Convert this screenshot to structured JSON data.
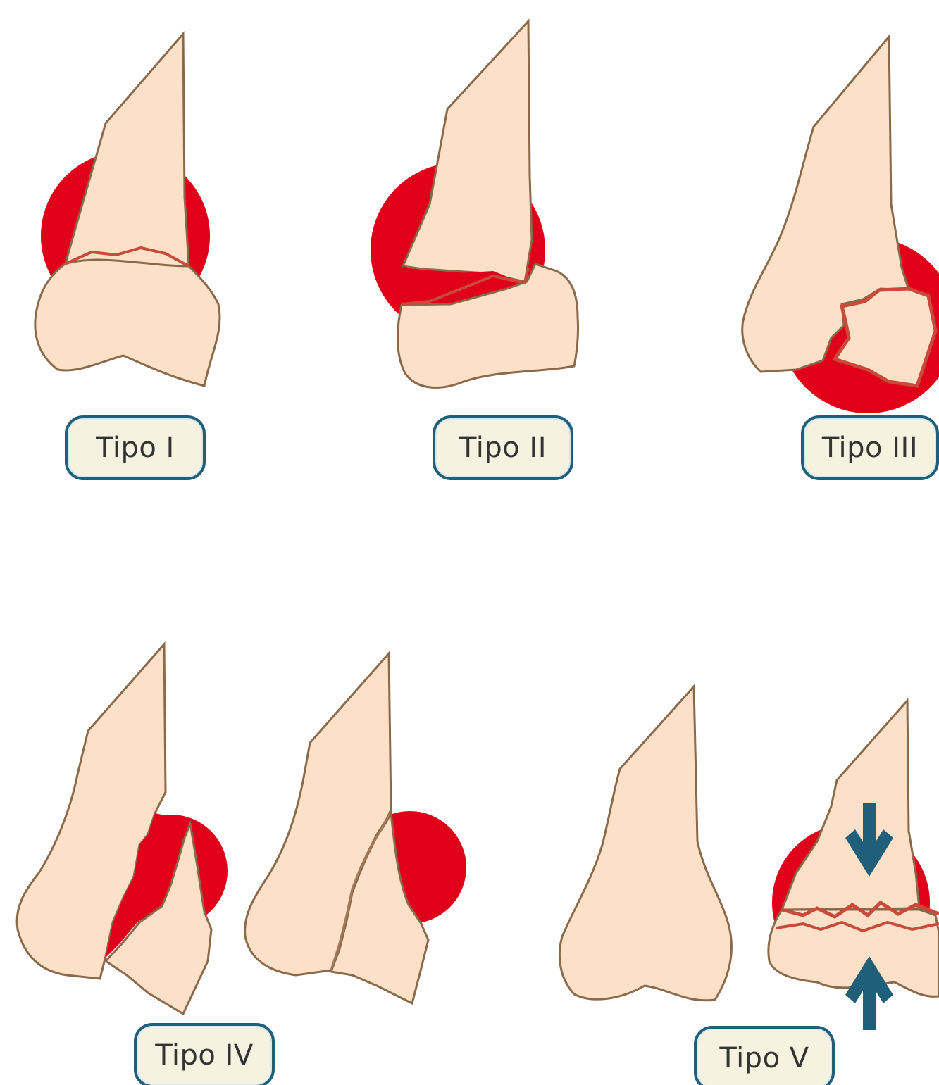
{
  "colors": {
    "bone_fill": "#fde0c8",
    "bone_outline": "#8a6a4a",
    "fracture_red": "#e1001a",
    "label_border": "#1f5f7a",
    "label_fill": "#f5f3e0",
    "arrow_color": "#1f5f7a"
  },
  "panels": [
    {
      "id": "tipo-1",
      "label": "Tipo I"
    },
    {
      "id": "tipo-2",
      "label": "Tipo II"
    },
    {
      "id": "tipo-3",
      "label": "Tipo III"
    },
    {
      "id": "tipo-4",
      "label": "Tipo IV"
    },
    {
      "id": "tipo-5",
      "label": "Tipo V"
    }
  ],
  "icons": [
    "compression-arrow-down-icon",
    "compression-arrow-up-icon"
  ]
}
